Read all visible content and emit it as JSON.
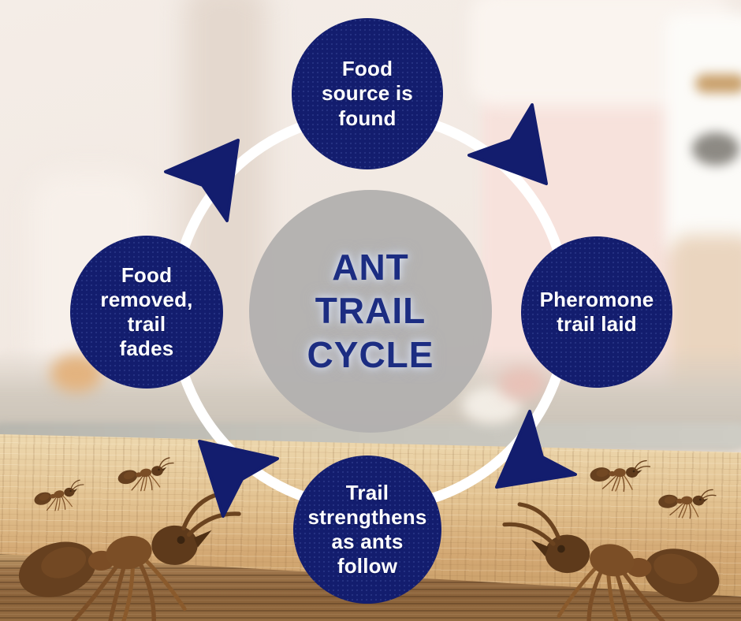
{
  "diagram": {
    "type": "cycle",
    "direction": "clockwise",
    "center": {
      "title": "ANT TRAIL CYCLE",
      "title_lines": [
        "ANT",
        "TRAIL",
        "CYCLE"
      ]
    },
    "steps": [
      {
        "position": "top",
        "label": "Food source is found",
        "lines": [
          "Food",
          "source is",
          "found"
        ]
      },
      {
        "position": "right",
        "label": "Pheromone trail laid",
        "lines": [
          "Pheromone",
          "trail laid"
        ]
      },
      {
        "position": "bottom",
        "label": "Trail strengthens as ants follow",
        "lines": [
          "Trail",
          "strengthens",
          "as ants",
          "follow"
        ]
      },
      {
        "position": "left",
        "label": "Food removed, trail fades",
        "lines": [
          "Food",
          "removed,",
          "trail",
          "fades"
        ]
      }
    ],
    "colors": {
      "node_fill": "#131d6e",
      "node_text": "#ffffff",
      "center_fill": "#b3b1b0",
      "center_text": "#1c2d82",
      "ring": "#ffffff",
      "arrow": "#131d6e"
    }
  }
}
